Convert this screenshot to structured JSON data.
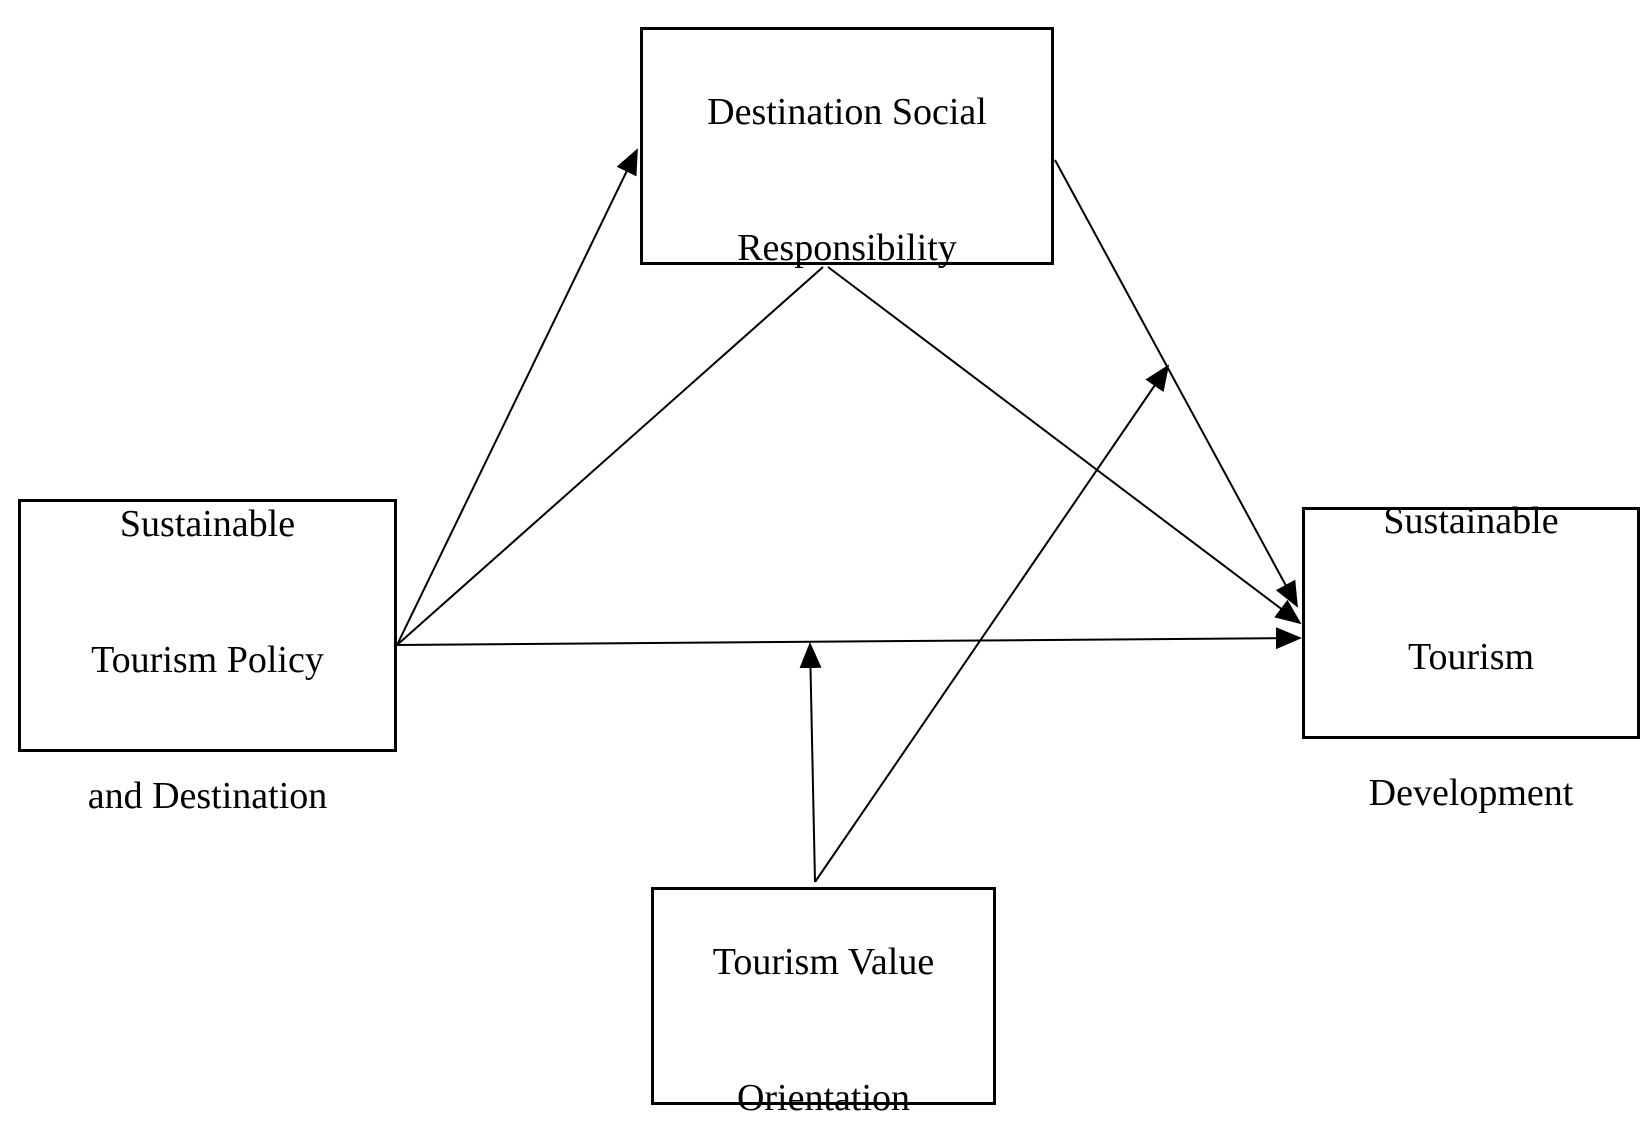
{
  "diagram": {
    "colors": {
      "stroke": "#000000",
      "background": "#ffffff"
    },
    "nodes": [
      {
        "id": "dsr",
        "lines": [
          "Destination Social",
          "Responsibility"
        ]
      },
      {
        "id": "stpd",
        "lines": [
          "Sustainable",
          "Tourism Policy",
          "and Destination"
        ]
      },
      {
        "id": "std",
        "lines": [
          "Sustainable",
          "Tourism",
          "Development"
        ]
      },
      {
        "id": "tvo",
        "lines": [
          "Tourism Value",
          "Orientation"
        ]
      }
    ],
    "edges": [
      {
        "from": "stpd",
        "to": "dsr",
        "type": "arrow"
      },
      {
        "from": "stpd",
        "to": "dsr",
        "type": "line"
      },
      {
        "from": "dsr",
        "to": "std",
        "type": "arrow"
      },
      {
        "from": "dsr",
        "to": "std",
        "type": "arrow"
      },
      {
        "from": "stpd",
        "to": "std",
        "type": "arrow"
      },
      {
        "from": "tvo",
        "to": "stpd-std path",
        "type": "moderation-arrow"
      },
      {
        "from": "tvo",
        "to": "dsr-std path",
        "type": "moderation-arrow"
      }
    ]
  }
}
